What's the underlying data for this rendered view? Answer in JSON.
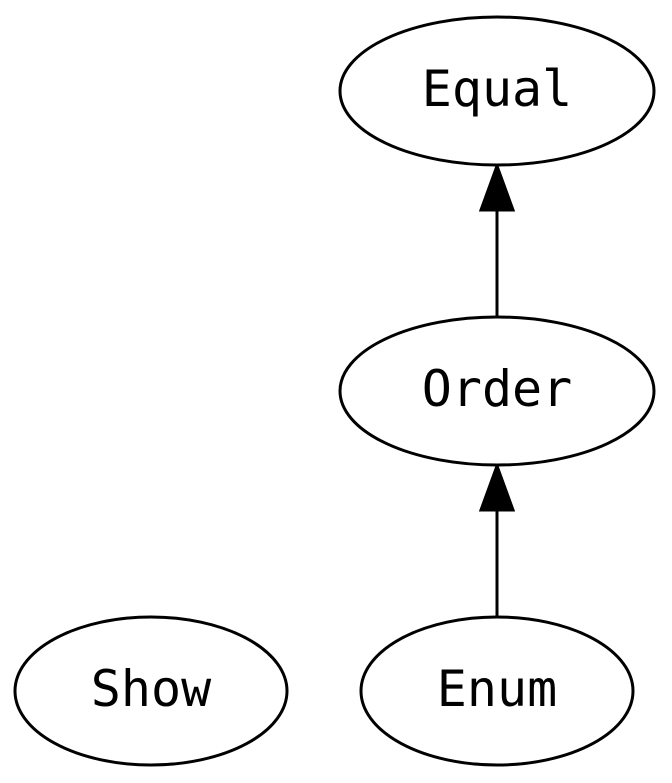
{
  "diagram": {
    "type": "class-hierarchy",
    "nodes": {
      "equal": {
        "label": "Equal"
      },
      "order": {
        "label": "Order"
      },
      "show": {
        "label": "Show"
      },
      "enum": {
        "label": "Enum"
      }
    },
    "edges": [
      {
        "from": "order",
        "to": "equal"
      },
      {
        "from": "enum",
        "to": "order"
      }
    ]
  },
  "colors": {
    "stroke": "#000000",
    "fill": "#ffffff",
    "text": "#000000"
  }
}
